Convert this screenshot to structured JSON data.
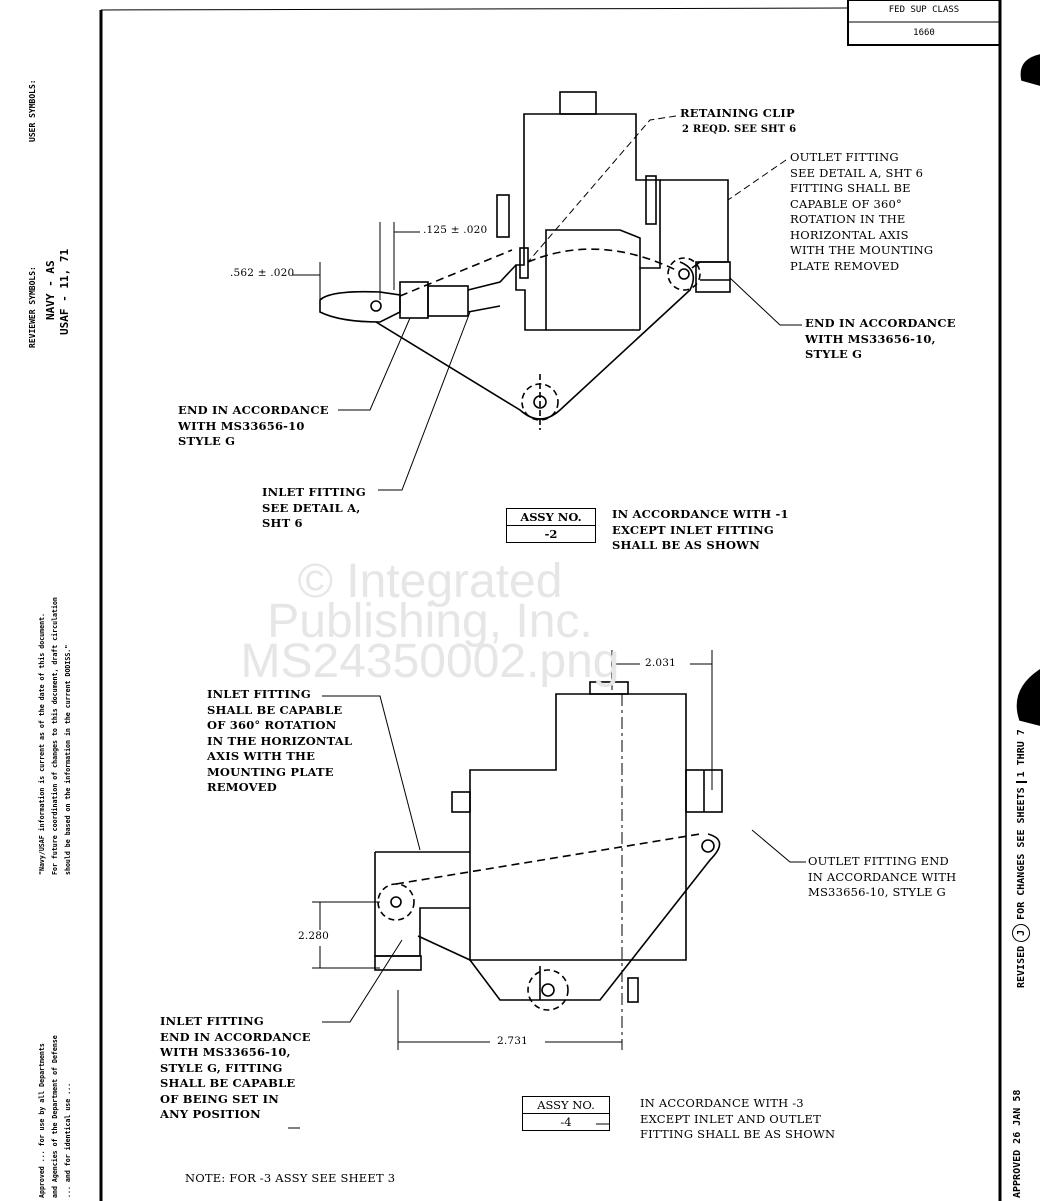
{
  "title_block": {
    "line1": "FED SUP CLASS",
    "line2": "1660"
  },
  "left_margin": {
    "user_symbols": "USER SYMBOLS:",
    "reviewer_symbols": "REVIEWER SYMBOLS:",
    "navy": "NAVY - AS",
    "usaf": "USAF - 11, 71",
    "notice": [
      "\"Navy/USAF information is current as of the date of this document.",
      "For future coordination of changes to this document, draft circulation",
      "should be based on the information in the current DODISS.\""
    ],
    "approval_note": [
      "Approved ... for use by all Departments",
      "and Agencies of the Department of Defense",
      "... and for identical use ..."
    ]
  },
  "right_margin": {
    "approved": "APPROVED 26 JAN 58",
    "revised": "REVISED",
    "rev_letter": "J",
    "changes": "FOR CHANGES SEE SHEETS",
    "thru": "1 THRU 7"
  },
  "watermark": [
    "© Integrated",
    "Publishing, Inc.",
    "MS24350002.png"
  ],
  "upper_view": {
    "retaining_clip": [
      "RETAINING CLIP",
      "2 REQD. SEE SHT 6"
    ],
    "outlet_fitting": [
      "OUTLET FITTING",
      "SEE DETAIL A, SHT 6",
      "FITTING SHALL BE",
      "CAPABLE OF 360°",
      "ROTATION IN THE",
      "HORIZONTAL AXIS",
      "WITH THE MOUNTING",
      "PLATE REMOVED"
    ],
    "dim_125": ".125 ± .020",
    "dim_562": ".562 ± .020",
    "end_right": [
      "END IN ACCORDANCE",
      "WITH MS33656-10,",
      "STYLE G"
    ],
    "end_left": [
      "END IN ACCORDANCE",
      "WITH MS33656-10",
      "STYLE G"
    ],
    "inlet_fitting": [
      "INLET FITTING",
      "SEE DETAIL A,",
      "SHT 6"
    ],
    "assy_header": "ASSY NO.",
    "assy_value": "-2",
    "assy_note": [
      "IN ACCORDANCE WITH -1",
      "EXCEPT INLET FITTING",
      "SHALL BE AS SHOWN"
    ]
  },
  "lower_view": {
    "dim_2031": "2.031",
    "inlet_rotation": [
      "INLET FITTING",
      "SHALL BE CAPABLE",
      "OF 360° ROTATION",
      "IN THE HORIZONTAL",
      "AXIS WITH THE",
      "MOUNTING PLATE",
      "REMOVED"
    ],
    "outlet_end": [
      "OUTLET FITTING END",
      "IN ACCORDANCE WITH",
      "MS33656-10, STYLE G"
    ],
    "dim_2280": "2.280",
    "dim_2731": "2.731",
    "inlet_end": [
      "INLET FITTING",
      "END IN ACCORDANCE",
      "WITH MS33656-10,",
      "STYLE G, FITTING",
      "SHALL BE CAPABLE",
      "OF BEING SET IN",
      "ANY POSITION"
    ],
    "assy_header": "ASSY NO.",
    "assy_value": "-4",
    "assy_note": [
      "IN ACCORDANCE WITH -3",
      "EXCEPT INLET AND OUTLET",
      "FITTING SHALL BE AS SHOWN"
    ]
  },
  "note": "NOTE: FOR -3 ASSY SEE SHEET 3"
}
